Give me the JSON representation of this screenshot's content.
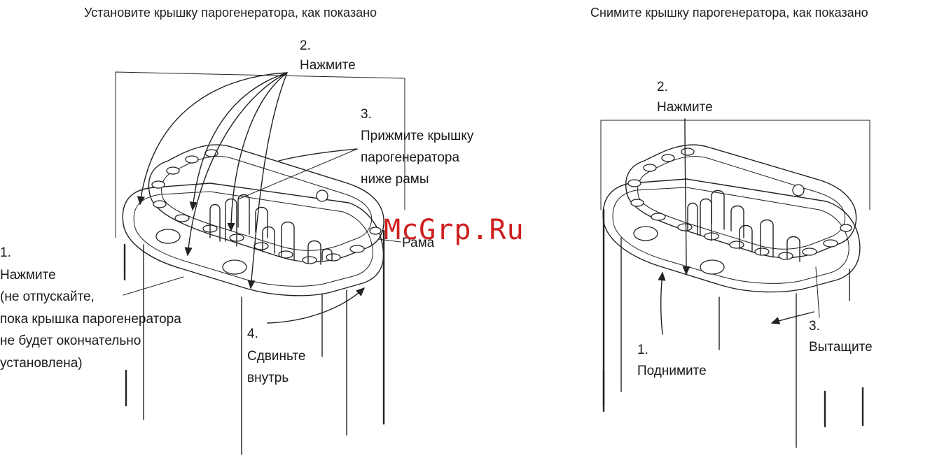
{
  "left_panel": {
    "title": "Установите крышку парогенератора, как показано",
    "callouts": {
      "press_top": "2.\nНажмите",
      "press_lid": "3.\nПрижмите крышку\nпарогенератора\nниже рамы",
      "frame": "Рама",
      "hold": "1.\nНажмите\n(не отпускайте,\nпока крышка парогенератора\nне будет окончательно\nустановлена)",
      "slide_in": "4.\nСдвиньте\nвнутрь"
    }
  },
  "right_panel": {
    "title": "Снимите крышку парогенератора, как показано",
    "callouts": {
      "press_top": "2.\nНажмите",
      "lift": "1.\nПоднимите",
      "pull_out": "3.\nВытащите"
    }
  },
  "watermark": "McGrp.Ru"
}
